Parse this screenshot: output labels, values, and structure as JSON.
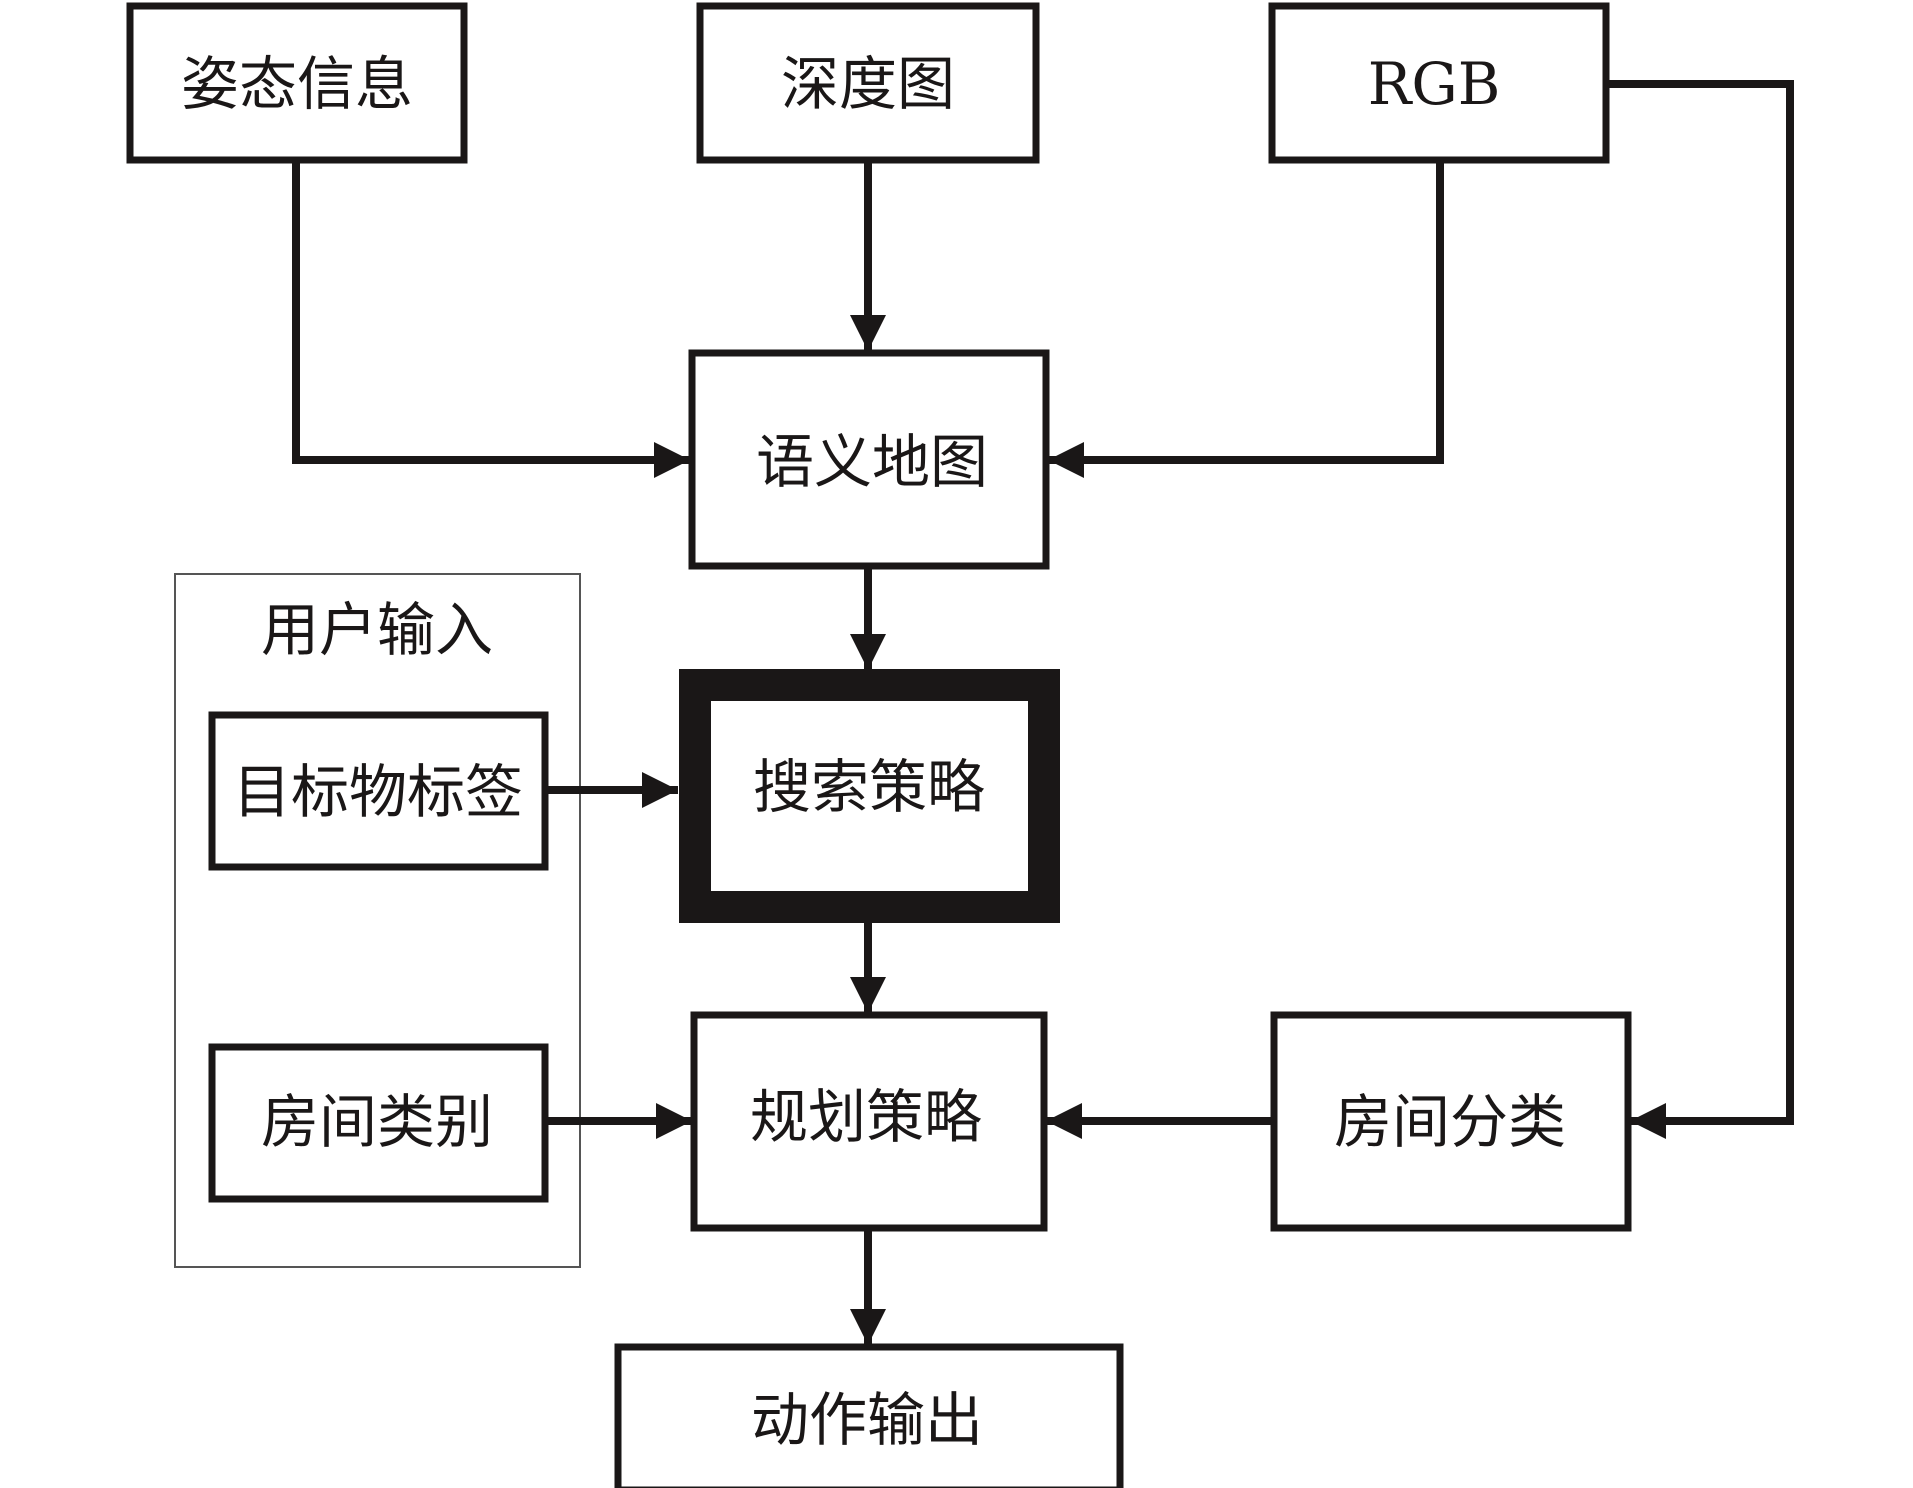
{
  "nodes": {
    "pose": "姿态信息",
    "depth": "深度图",
    "rgb": "RGB",
    "semantic_map": "语义地图",
    "search_strategy": "搜索策略",
    "planning_strategy": "规划策略",
    "room_classification": "房间分类",
    "action_output": "动作输出",
    "target_label": "目标物标签",
    "room_category": "房间类别"
  },
  "group": {
    "user_input_label": "用户输入"
  },
  "colors": {
    "stroke": "#1a1717",
    "group_border": "#555555",
    "background": "#ffffff"
  }
}
